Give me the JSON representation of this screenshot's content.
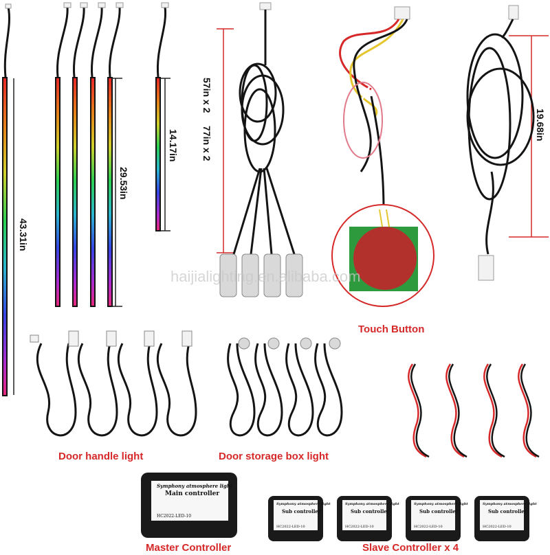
{
  "dimensions": {
    "long_strip": "43.31in",
    "mid_strip": "29.53in",
    "short_strip": "14.17in",
    "cable_a": "57in x 2",
    "cable_b": "77in x 2",
    "right_cable": "19.68in"
  },
  "watermark": "haijialighting.en.alibaba.com",
  "captions": {
    "touch_button": "Touch Button",
    "door_handle": "Door handle light",
    "door_storage": "Door storage box light",
    "master": "Master Controller",
    "slave": "Slave Controller x 4"
  },
  "master_box": {
    "line1": "Symphony atmosphere light",
    "line2": "Main controller",
    "code": "HC2022-LED-10"
  },
  "sub_box": {
    "line1": "Symphony atmosphere light",
    "line2": "Sub controller",
    "code": "HC2022-LED-10"
  },
  "colors": {
    "caption_red": "#d62828",
    "cable_black": "#141414",
    "pad_green": "#2e9a3e",
    "pad_red": "#b3312d"
  }
}
